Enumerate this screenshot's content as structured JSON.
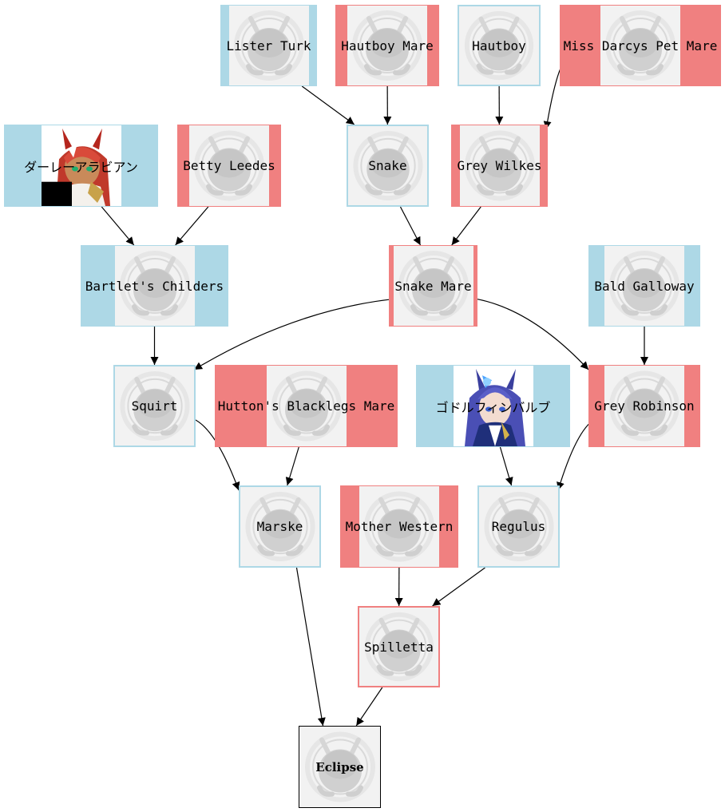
{
  "diagram": {
    "colors": {
      "male": "#add8e6",
      "female": "#f08080",
      "tile": "#f2f2f2",
      "root_border": "#000000"
    },
    "nodes": {
      "lister_turk": "Lister Turk",
      "hautboy_mare": "Hautboy Mare",
      "hautboy": "Hautboy",
      "miss_darcys": "Miss Darcys Pet Mare",
      "darley": "ダーレーアラビアン",
      "betty_leedes": "Betty Leedes",
      "snake": "Snake",
      "grey_wilkes": "Grey Wilkes",
      "bartlets": "Bartlet's Childers",
      "snake_mare": "Snake Mare",
      "bald_galloway": "Bald Galloway",
      "squirt": "Squirt",
      "huttons": "Hutton's Blacklegs Mare",
      "godolphin": "ゴドルフィンバルブ",
      "grey_robinson": "Grey Robinson",
      "marske": "Marske",
      "mother_western": "Mother Western",
      "regulus": "Regulus",
      "spilletta": "Spilletta",
      "eclipse": "Eclipse"
    },
    "node_icons": {
      "placeholder": "horse-placeholder-icon",
      "darley": "anime-horse-girl-portrait-red",
      "godolphin": "anime-horse-girl-portrait-blue"
    },
    "edges": [
      [
        "lister_turk",
        "snake"
      ],
      [
        "hautboy_mare",
        "snake"
      ],
      [
        "hautboy",
        "grey_wilkes"
      ],
      [
        "miss_darcys",
        "grey_wilkes"
      ],
      [
        "darley",
        "bartlets"
      ],
      [
        "betty_leedes",
        "bartlets"
      ],
      [
        "snake",
        "snake_mare"
      ],
      [
        "grey_wilkes",
        "snake_mare"
      ],
      [
        "bartlets",
        "squirt"
      ],
      [
        "snake_mare",
        "squirt"
      ],
      [
        "snake_mare",
        "grey_robinson"
      ],
      [
        "bald_galloway",
        "grey_robinson"
      ],
      [
        "squirt",
        "marske"
      ],
      [
        "huttons",
        "marske"
      ],
      [
        "godolphin",
        "regulus"
      ],
      [
        "grey_robinson",
        "regulus"
      ],
      [
        "mother_western",
        "spilletta"
      ],
      [
        "regulus",
        "spilletta"
      ],
      [
        "marske",
        "eclipse"
      ],
      [
        "spilletta",
        "eclipse"
      ]
    ]
  }
}
